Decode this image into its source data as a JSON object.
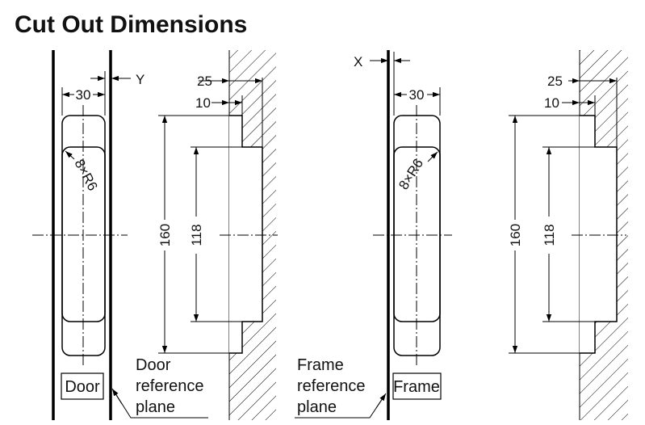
{
  "title": "Cut Out Dimensions",
  "door": {
    "label": "Door",
    "dim_width": "30",
    "dim_offset": "Y",
    "radius": "8×R6",
    "plane_label": [
      "Door",
      "reference",
      "plane"
    ]
  },
  "frame": {
    "label": "Frame",
    "dim_width": "30",
    "dim_offset": "X",
    "radius": "8×R6",
    "plane_label": [
      "Frame",
      "reference",
      "plane"
    ]
  },
  "profiles": {
    "dim_depth_outer": "25",
    "dim_depth_inner": "10",
    "dim_height_outer": "160",
    "dim_height_inner": "118"
  },
  "colors": {
    "line": "#000000",
    "background": "#ffffff"
  }
}
